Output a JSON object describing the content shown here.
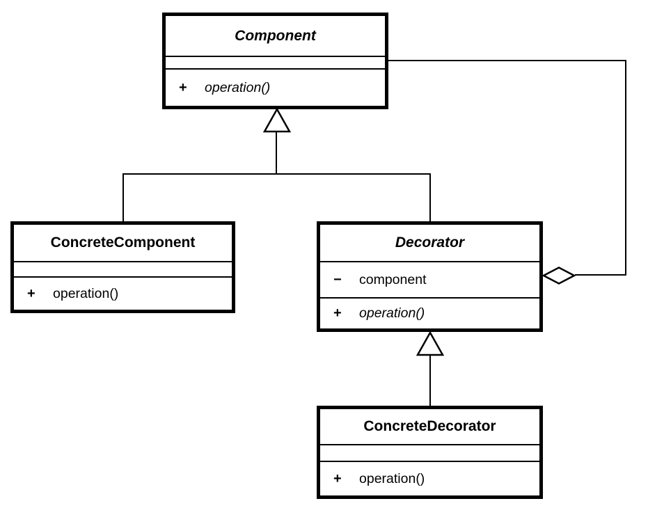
{
  "diagram": {
    "kind": "uml-class-diagram",
    "pattern": "Decorator",
    "colors": {
      "line": "#000000",
      "box_border": "#000000",
      "box_fill": "#ffffff",
      "background": "#ffffff"
    }
  },
  "classes": {
    "component": {
      "name": "Component",
      "abstract": true,
      "attributes": [],
      "operations": [
        {
          "sign": "+",
          "name": "operation()",
          "italic": true
        }
      ]
    },
    "concrete_component": {
      "name": "ConcreteComponent",
      "abstract": false,
      "attributes": [],
      "operations": [
        {
          "sign": "+",
          "name": "operation()",
          "italic": false
        }
      ]
    },
    "decorator": {
      "name": "Decorator",
      "abstract": true,
      "attributes": [
        {
          "sign": "−",
          "name": "component"
        }
      ],
      "operations": [
        {
          "sign": "+",
          "name": "operation()",
          "italic": true
        }
      ]
    },
    "concrete_decorator": {
      "name": "ConcreteDecorator",
      "abstract": false,
      "attributes": [],
      "operations": [
        {
          "sign": "+",
          "name": "operation()",
          "italic": false
        }
      ]
    }
  },
  "relationships": [
    {
      "type": "generalization",
      "from": "ConcreteComponent",
      "to": "Component",
      "marker": "hollow-triangle"
    },
    {
      "type": "generalization",
      "from": "Decorator",
      "to": "Component",
      "marker": "hollow-triangle"
    },
    {
      "type": "generalization",
      "from": "ConcreteDecorator",
      "to": "Decorator",
      "marker": "hollow-triangle"
    },
    {
      "type": "aggregation",
      "from": "Decorator",
      "to": "Component",
      "marker": "hollow-diamond"
    }
  ]
}
